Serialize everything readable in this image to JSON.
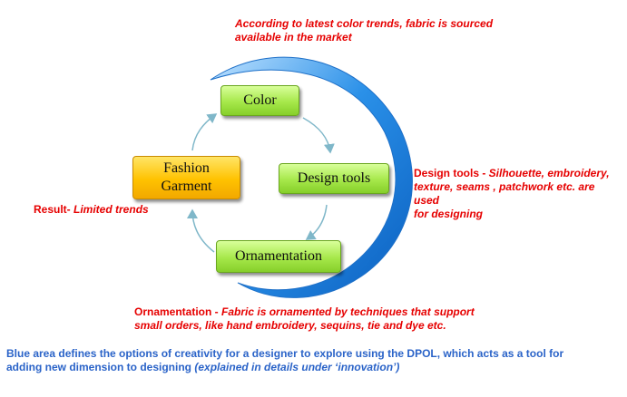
{
  "nodes": {
    "color": "Color",
    "design_tools": "Design tools",
    "ornamentation": "Ornamentation",
    "fashion_garment_line1": "Fashion",
    "fashion_garment_line2": "Garment"
  },
  "notes": {
    "color_line1": "According to latest color trends, fabric is sourced",
    "color_line2": "available in the market",
    "design_head": "Design tools - ",
    "design_line1_rest": "Silhouette, embroidery,",
    "design_line2": "texture, seams , patchwork etc. are used",
    "design_line3": "for designing",
    "result_head": "Result- ",
    "result_rest": "Limited trends",
    "orn_head": "Ornamentation - ",
    "orn_line1_rest": "Fabric is ornamented by techniques that support",
    "orn_line2": "small orders, like hand embroidery, sequins, tie and dye etc."
  },
  "footer": {
    "line1": "Blue area defines the options of creativity for a designer to explore using the DPOL, which acts as a tool for",
    "line2_plain": "adding new dimension to designing ",
    "line2_italic": "(explained in details under ‘innovation’)"
  },
  "colors": {
    "note_red": "#e60000",
    "footer_blue": "#2a63c8",
    "arc_blue": "#1e88e0",
    "arrow_teal": "#7fb7c9",
    "box_green": "#a6e84a",
    "box_yellow": "#ffc200"
  }
}
